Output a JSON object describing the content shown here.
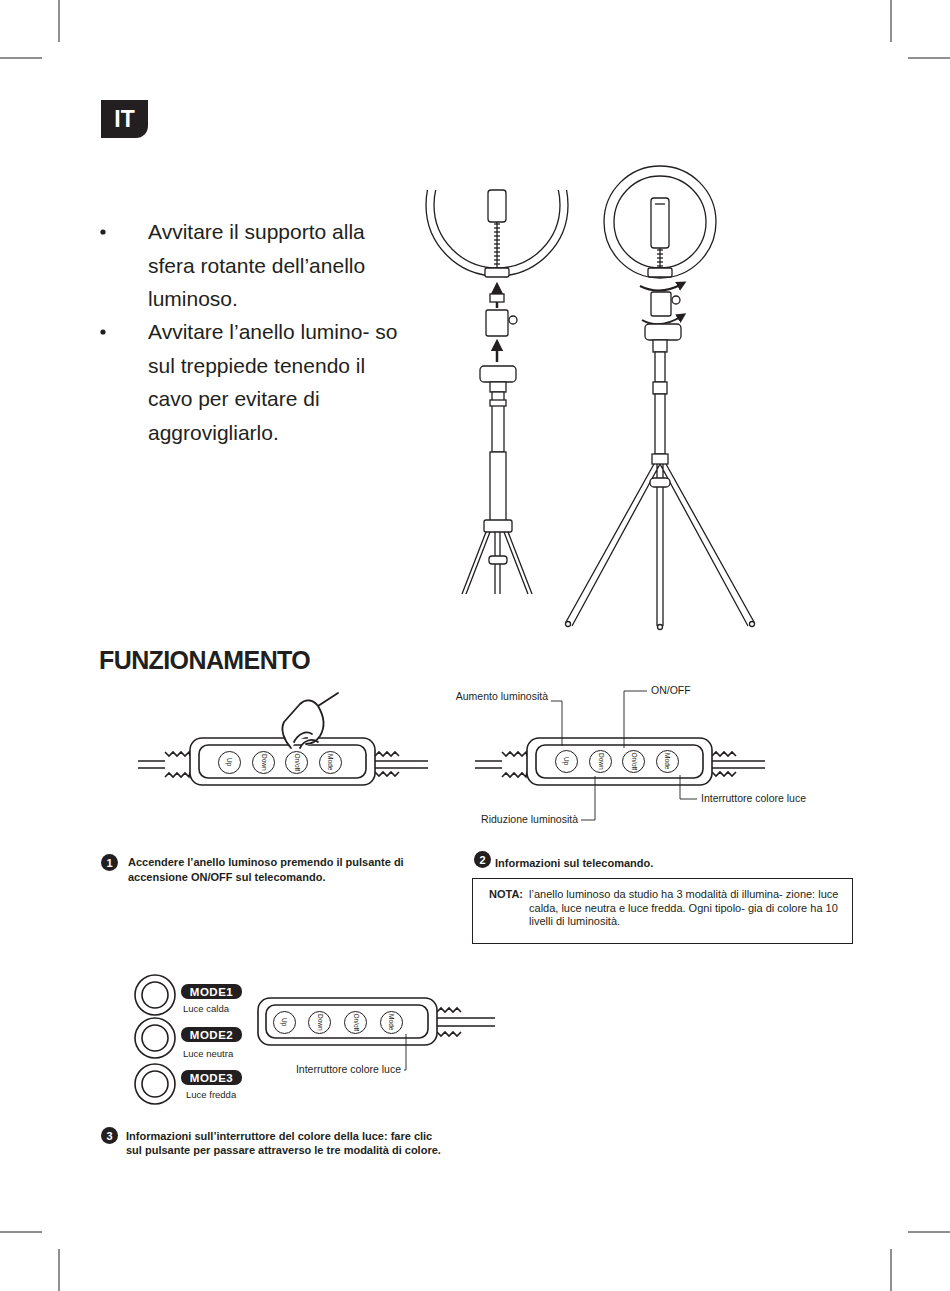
{
  "diagram": {
    "title": "FUNZIONAMENTO",
    "nodes": [
      {
        "text": [
          "IT"
        ]
      },
      {
        "text": [
          "Up"
        ]
      },
      {
        "text": [
          "Down"
        ]
      },
      {
        "text": [
          "On/off"
        ]
      },
      {
        "text": [
          "Mode"
        ]
      },
      {
        "text": [
          "Up"
        ]
      },
      {
        "text": [
          "Down"
        ]
      },
      {
        "text": [
          "On/off"
        ]
      },
      {
        "text": [
          "Mode"
        ]
      },
      {
        "text": [
          "1"
        ]
      },
      {
        "text": [
          "2"
        ]
      },
      {
        "text": [
          "NOTA:",
          "l’anello luminoso da studio ha 3 modalità di illumina- zione: luce calda, luce neutra e luce fredda. Ogni tipolo- gia di colore ha 10 livelli di luminosità."
        ]
      },
      {
        "text": [
          "MODE1"
        ]
      },
      {
        "text": [
          "MODE2"
        ]
      },
      {
        "text": [
          "MODE3"
        ]
      },
      {
        "text": [
          "Up"
        ]
      },
      {
        "text": [
          "Down"
        ]
      },
      {
        "text": [
          "On/off"
        ]
      },
      {
        "text": [
          "Mode"
        ]
      },
      {
        "text": [
          "3"
        ]
      }
    ],
    "labels": [
      "Avvitare il supporto alla sfera rotante dell’anello luminoso.",
      "Avvitare l’anello lumino- so sul treppiede tenendo il cavo per evitare di aggrovigliarlo.",
      "Aumento luminosità",
      "ON/OFF",
      "Riduzione luminosità",
      "Interruttore colore luce",
      "Accendere l’anello luminoso premendo il pulsante di accensione ON/OFF sul telecomando.",
      "Informazioni sul telecomando.",
      "Luce calda",
      "Luce neutra",
      "Luce fredda",
      "Interruttore colore luce",
      "Informazioni sull’interruttore del colore della luce: fare clic sul pulsante per passare attraverso le tre modalità di colore."
    ]
  }
}
